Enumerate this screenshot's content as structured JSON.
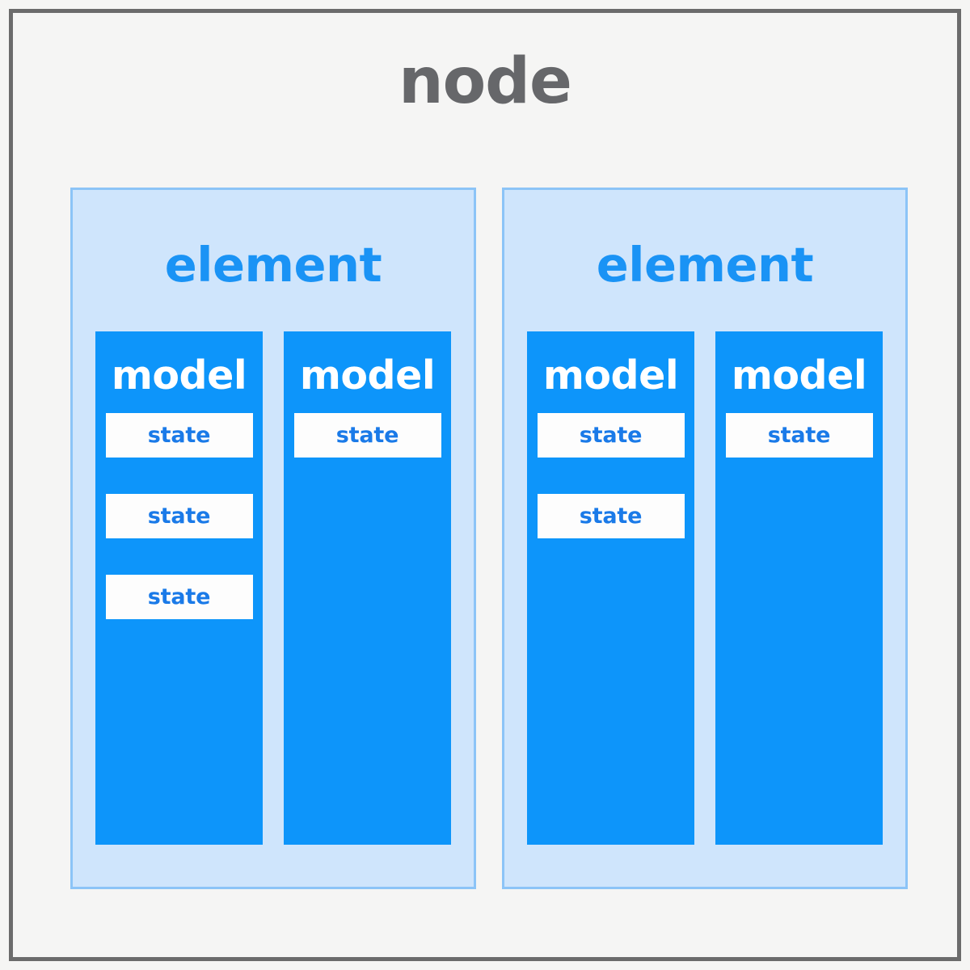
{
  "diagram": {
    "title": "node",
    "colors": {
      "page_background": "#f5f5f4",
      "frame_border": "#6b6b6b",
      "title_text": "#66676a",
      "element_background": "#cfe5fc",
      "element_border": "#8cc4f7",
      "element_text": "#1a93f5",
      "model_background": "#0d95fa",
      "model_text": "#ffffff",
      "state_background": "#fdfdfd",
      "state_text": "#1a7ae8"
    },
    "elements": [
      {
        "label": "element",
        "models": [
          {
            "label": "model",
            "states": [
              {
                "label": "state"
              },
              {
                "label": "state"
              },
              {
                "label": "state"
              }
            ]
          },
          {
            "label": "model",
            "states": [
              {
                "label": "state"
              }
            ]
          }
        ]
      },
      {
        "label": "element",
        "models": [
          {
            "label": "model",
            "states": [
              {
                "label": "state"
              },
              {
                "label": "state"
              }
            ]
          },
          {
            "label": "model",
            "states": [
              {
                "label": "state"
              }
            ]
          }
        ]
      }
    ]
  }
}
